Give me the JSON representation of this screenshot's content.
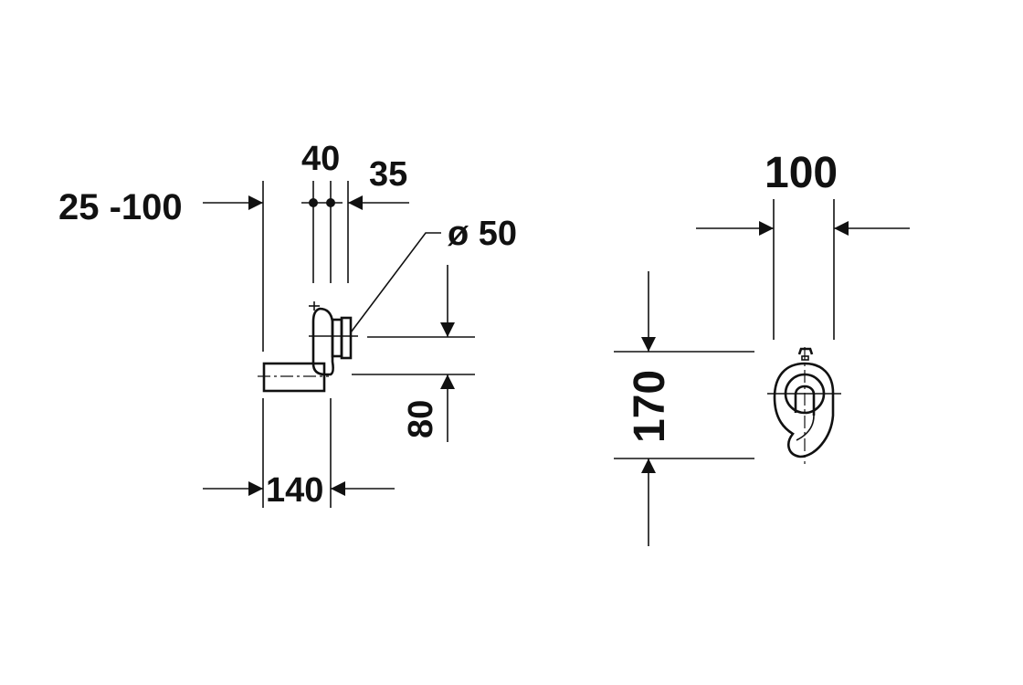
{
  "drawing": {
    "side_view": {
      "dim_wall_distance": "25 -100",
      "dim_top_a": "40",
      "dim_top_b": "35",
      "dim_diameter": "ø 50",
      "dim_height": "80",
      "dim_width": "140"
    },
    "front_view": {
      "dim_width": "100",
      "dim_height": "170"
    },
    "colors": {
      "line": "#111111",
      "background": "#ffffff"
    }
  }
}
